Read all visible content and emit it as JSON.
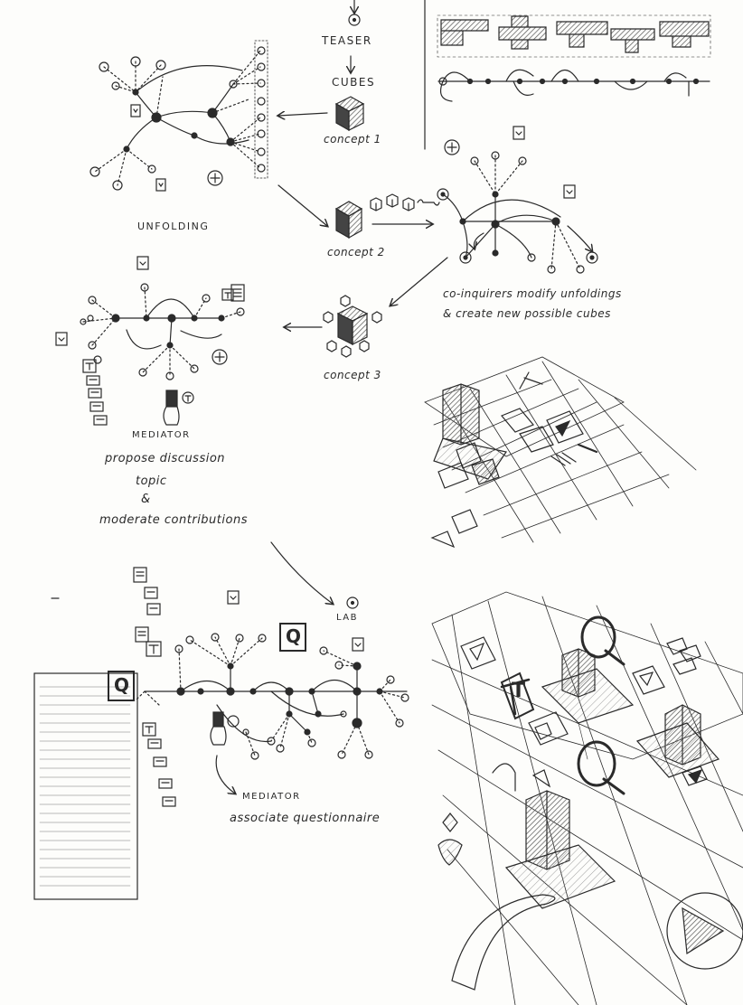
{
  "labels": {
    "teaser": "TEASER",
    "cubes": "CUBES",
    "concept1": "concept 1",
    "concept2": "concept 2",
    "concept3": "concept 3",
    "unfolding": "UNFOLDING",
    "co_inquirers_line1": "co-inquirers modify unfoldings",
    "co_inquirers_line2": "& create new possible cubes",
    "mediator1": "MEDIATOR",
    "mediator1_line1": "propose discussion",
    "mediator1_line2": "topic",
    "mediator1_line3": "&",
    "mediator1_line4": "moderate contributions",
    "lab": "LAB",
    "mediator2": "MEDIATOR",
    "mediator2_line1": "associate questionnaire",
    "glyph_q": "Q",
    "glyph_t": "T"
  },
  "colors": {
    "ink": "#2a2a2a",
    "paper": "#fdfdfb",
    "hatch": "#555555"
  }
}
